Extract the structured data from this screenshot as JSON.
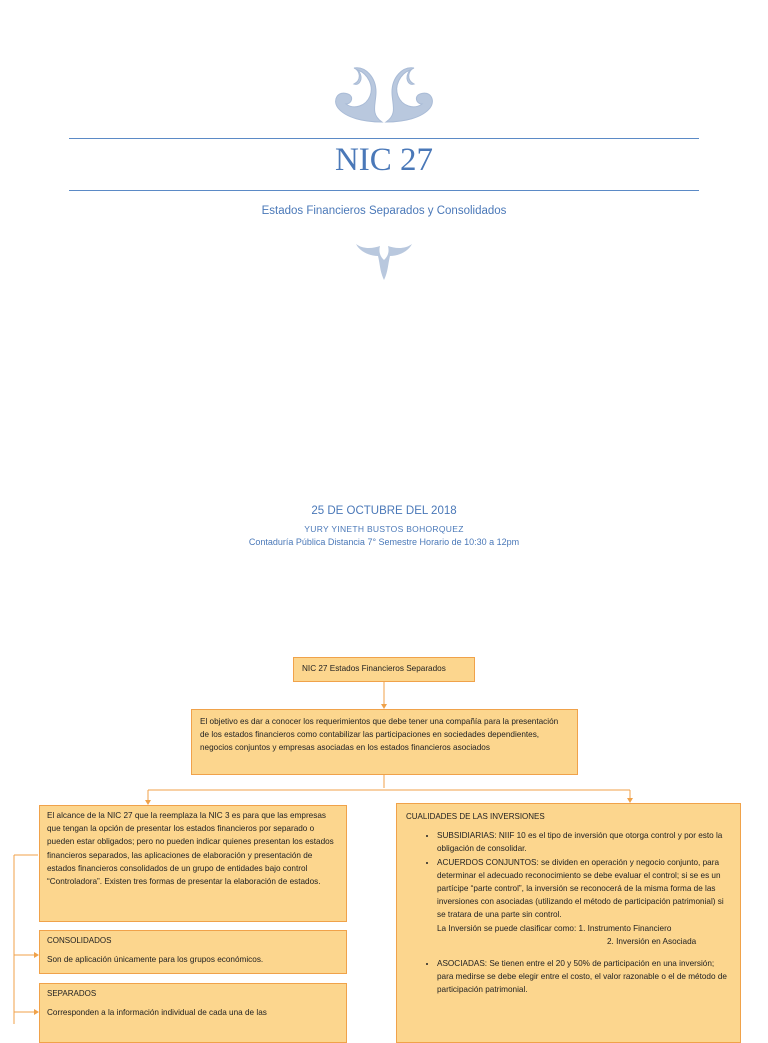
{
  "cover": {
    "title": "NIC 27",
    "subtitle": "Estados Financieros Separados y Consolidados",
    "date": "25 DE OCTUBRE DEL 2018",
    "author": "YURY YINETH BUSTOS BOHORQUEZ",
    "program": "Contaduría Pública Distancia 7° Semestre Horario de 10:30 a 12pm"
  },
  "map": {
    "root": "NIC 27 Estados Financieros Separados",
    "objective": "El objetivo es dar a conocer los requerimientos que debe tener una compañía para la presentación de los estados financieros como contabilizar las participaciones en sociedades dependientes, negocios conjuntos y empresas asociadas en los estados financieros asociados",
    "scope": "El alcance de la NIC 27 que la reemplaza la NIC 3 es para que las empresas que tengan la opción de presentar los estados financieros por separado o pueden estar obligados; pero no pueden indicar quienes presentan los estados financieros separados, las aplicaciones de elaboración y presentación de estados financieros consolidados de un grupo de entidades bajo control “Controladora”. Existen tres formas de presentar la elaboración de estados.",
    "consolidated": {
      "heading": "CONSOLIDADOS",
      "text": "Son de aplicación únicamente para los grupos económicos."
    },
    "separate": {
      "heading": "SEPARADOS",
      "text": "Corresponden a la información individual de cada una de las"
    },
    "qualities": {
      "heading": "CUALIDADES DE LAS INVERSIONES",
      "item1": "SUBSIDIARIAS: NIIF 10 es el tipo de inversión que otorga control y por esto la obligación de consolidar.",
      "item2": "ACUERDOS CONJUNTOS: se dividen en operación y negocio conjunto, para determinar el adecuado reconocimiento se debe evaluar el control; si se es un partícipe “parte control”, la inversión se reconocerá de la misma forma de las inversiones con asociadas (utilizando el método de participación patrimonial) si se tratara de una parte sin control.",
      "classify": "La Inversión se puede clasificar como: 1. Instrumento Financiero",
      "classify2": "2. Inversión en Asociada",
      "item3": "ASOCIADAS: Se tienen entre el 20 y 50% de participación en una inversión; para medirse se debe elegir entre el costo, el valor razonable o el de método de participación patrimonial."
    }
  },
  "colors": {
    "accent": "#4a78b8",
    "box_fill": "#fcd68e",
    "box_border": "#f0a24a"
  }
}
